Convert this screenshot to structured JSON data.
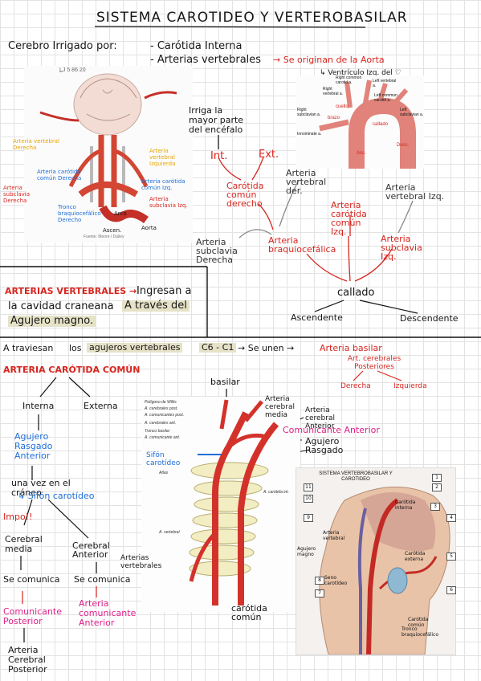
{
  "title": "SISTEMA CAROTIDEO Y VERTEROBASILAR",
  "intro": {
    "line1_label": "Cerebro Irrigado por:",
    "line1_item": "- Carótida Interna",
    "line2_item": "- Arterias vertebrales",
    "line2_note": "→ Se originan de la Aorta",
    "line3_note": "↳ Ventrículo Izq. del ♡"
  },
  "fig_head_arteries": {
    "corner_text": "L̲J 5 86 20",
    "labels": {
      "vertebral_right": "Arteria vertebral Derecha",
      "carotid_common_right": "Arteria carótida común Derecha",
      "subclavian_right": "Arteria subclavia Derecha",
      "brachiocephalic": "Tronco braquiocefálico Derecho",
      "vertebral_left": "Arteria vertebral Izquierda",
      "carotid_common_left": "Arteria carótida común Izq.",
      "subclavian_left": "Arteria subclavia Izq.",
      "aorta_arch": "Arco",
      "aorta": "Aorta",
      "ascending": "Ascen.",
      "credit": "Fuente: Moore / Dalley"
    }
  },
  "fig_aortic_arch": {
    "labels": {
      "right_vertebral": "Right vertebral a.",
      "left_vertebral": "Left vertebral a.",
      "right_common": "Right common carotid a.",
      "left_common": "Left common carotid a.",
      "right_subclavian": "Right subclavian a.",
      "left_subclavian": "Left subclavian a.",
      "innominate": "Innominate a.",
      "brachio": "brazo",
      "cuello": "cuello",
      "asc": "Asc.",
      "desc": "Desc.",
      "callado": "callado"
    }
  },
  "tree_right": {
    "irriga": "Irriga la mayor parte del encéfalo",
    "int": "Int.",
    "ext": "Ext.",
    "carotida_comun_derecho": "Carótida común derecho",
    "arteria_vertebral_der": "Arteria vertebral der.",
    "arteria_carotida_comun_izq": "Arteria carótida común Izq.",
    "arteria_vertebral_izq": "Arteria vertebral Izq.",
    "arteria_subclavia_derecha": "Arteria subclavia Derecha",
    "arteria_braquiocefalica": "Arteria braquiocefálica",
    "arteria_subclavia_izq": "Arteria subclavia Izq.",
    "callado": "callado",
    "ascendente": "Ascendente",
    "descendente": "Descendente"
  },
  "vertebrales": {
    "title": "ARTERIAS VERTEBRALES →",
    "text1": "Ingresan a",
    "text2": "la cavidad craneana",
    "text3": "A través del",
    "text4": "Agujero magno."
  },
  "atraviesan": {
    "prefix": "A traviesan",
    "los": "los",
    "highlight": "agujeros vertebrales",
    "range": "C6 - C1",
    "mid": "→ Se unen →",
    "basilar": "Arteria basilar"
  },
  "basilar_tree": {
    "art_cerebrales": "Art. cerebrales Posteriores",
    "derecha": "Derecha",
    "izquierda": "Izquierda"
  },
  "carotida_comun": {
    "title": "ARTERIA CARÓTIDA COMÚN",
    "interna": "Interna",
    "externa": "Externa",
    "agujero": "Agujero Rasgado Anterior",
    "una_vez": "una vez en el cráneo",
    "sifon": "↳ Sifón carotídeo",
    "impo": "Impo!!",
    "cerebral_media": "Cerebral media",
    "cerebral_anterior": "Cerebral Anterior",
    "se_comunica_1": "Se comunica",
    "se_comunica_2": "Se comunica",
    "comunicante_posterior": "Comunicante Posterior",
    "arteria_comunicante_anterior": "Arteria comunicante Anterior",
    "arteria_cerebral_posterior": "Arteria Cerebral Posterior"
  },
  "fig_willis": {
    "basilar": "basilar",
    "arteria_cerebral_media": "Arteria cerebral media",
    "arteria_cerebral_anterior": "Arteria cerebral Anterior",
    "comunicante_anterior": "Comunicante Anterior",
    "agujero_rasgado": "Agujero Rasgado",
    "sifon_carotideo": "Sifón carotídeo",
    "arterias_vertebrales": "Arterias vertebrales",
    "carotida_comun": "carótida común",
    "printed": {
      "poligono": "Polígono de Willis",
      "cerebrales_post": "A. cerebrales post.",
      "comunicantes_post": "A. comunicantes post.",
      "cerebrales_ant": "A. cerebrales ant.",
      "tronco_basilar": "Tronco basilar",
      "comunicante_ant": "A. comunicante ant.",
      "atlas": "Atlas",
      "carotida_int": "A. carótida int.",
      "a_vertebral": "A. vertebral"
    }
  },
  "fig_neck": {
    "title": "SISTEMA VERTEBROBASILAR Y CAROTIDEO",
    "numbers_left": [
      "11",
      "10",
      "9",
      "8",
      "7"
    ],
    "numbers_right": [
      "1",
      "2",
      "3",
      "4",
      "5",
      "6"
    ],
    "labels": {
      "carotida_interna": "Carótida Interna",
      "carotida_externa": "Carótida externa",
      "arteria_vertebral": "Arteria vertebral",
      "agujero_magno": "Agujero magno",
      "seno_carotideo": "Seno carotídeo",
      "carotida_comun": "Carótida común",
      "tronco_braquiocefalico": "Tronco braquiocefálico"
    }
  }
}
